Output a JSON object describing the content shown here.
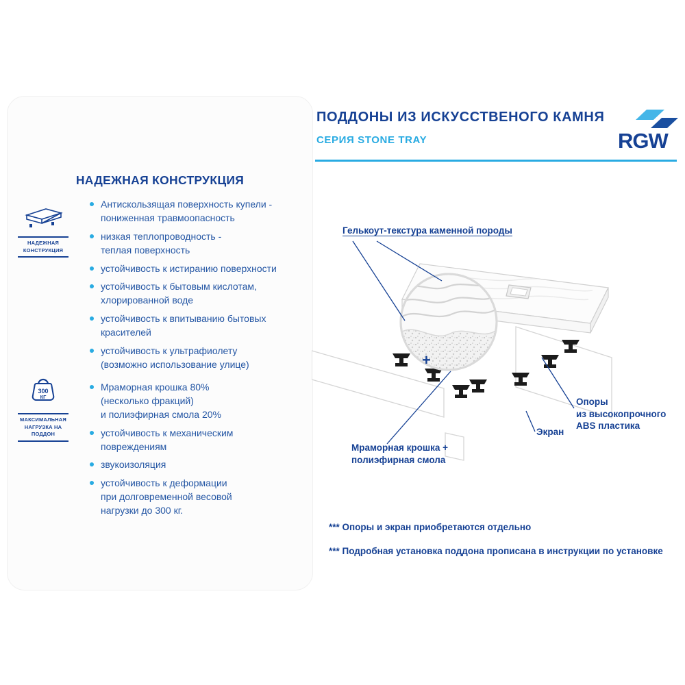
{
  "brand": {
    "logo_text": "RGW"
  },
  "header": {
    "title": "ПОДДОНЫ ИЗ ИСКУССТВЕНОГО КАМНЯ",
    "subtitle": "СЕРИЯ STONE TRAY"
  },
  "panel": {
    "title": "НАДЕЖНАЯ КОНСТРУКЦИЯ",
    "badge_construction": {
      "label": "НАДЕЖНАЯ\nКОНСТРУКЦИЯ"
    },
    "badge_load": {
      "weight": "300",
      "unit": "КГ",
      "label": "МАКСИМАЛЬНАЯ\nНАГРУЗКА НА ПОДДОН"
    },
    "list1": [
      "Антискользящая поверхность купели -\nпониженная травмоопасность",
      "низкая теплопроводность -\nтеплая поверхность",
      "устойчивость к истиранию поверхности",
      "устойчивость к бытовым кислотам,\nхлорированной воде",
      "устойчивость к впитыванию бытовых\nкрасителей",
      "устойчивость к ультрафиолету\n(возможно использование улице)"
    ],
    "list2": [
      "Мраморная крошка 80%\n(несколько фракций)\nи полиэфирная смола 20%",
      "устойчивость к механическим\nповреждениям",
      "звукоизоляция",
      "устойчивость к деформации\nпри долговременной весовой\nнагрузки до 300 кг."
    ]
  },
  "diagram": {
    "label_gelcoat": "Гелькоут-текстура каменной породы",
    "label_marble": "Мраморная крошка +\nполиэфирная смола",
    "label_supports": "Опоры\nиз высокопрочного\nABS пластика",
    "label_screen": "Экран",
    "plus": "+"
  },
  "footnotes": [
    "*** Опоры и экран приобретаются отдельно",
    "*** Подробная установка поддона прописана в инструкции по установке"
  ],
  "colors": {
    "brand_dark": "#164194",
    "brand_light": "#29abe2",
    "list_text": "#2456a4"
  }
}
